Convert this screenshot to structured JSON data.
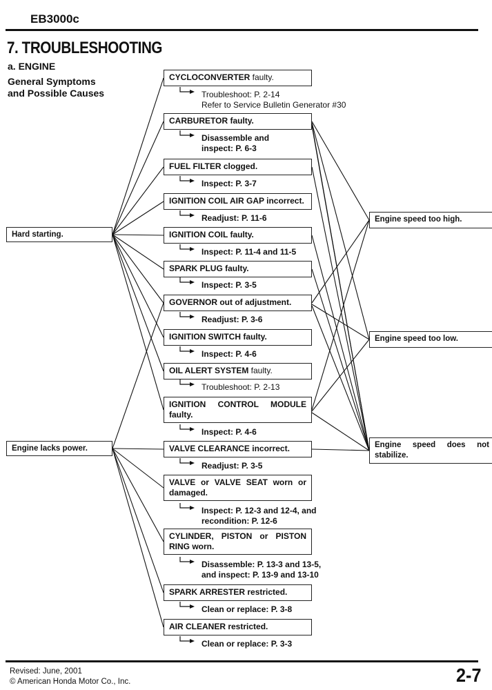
{
  "header": {
    "model": "EB3000c"
  },
  "section": {
    "title": "7. TROUBLESHOOTING",
    "subtitle": "a. ENGINE",
    "heading_line1": "General Symptoms",
    "heading_line2": "and Possible Causes"
  },
  "symptoms_left": [
    {
      "id": "hard",
      "label": "Hard starting."
    },
    {
      "id": "power",
      "label": "Engine lacks power."
    }
  ],
  "symptoms_right": [
    {
      "id": "high",
      "label": "Engine speed too high."
    },
    {
      "id": "low",
      "label": "Engine speed too low."
    },
    {
      "id": "unstable",
      "label": "Engine speed does not stabilize."
    }
  ],
  "causes": [
    {
      "id": "cyclo",
      "part": "CYCLOCONVERTER",
      "rest": " faulty.",
      "action": "Troubleshoot: P. 2-14",
      "action2": "Refer to Service Bulletin Generator #30"
    },
    {
      "id": "carb",
      "part": "CARBURETOR faulty.",
      "rest": "",
      "action": "Disassemble and",
      "action2": "inspect: P. 6-3"
    },
    {
      "id": "fuel",
      "part": "FUEL FILTER clogged.",
      "rest": "",
      "action": "Inspect: P. 3-7"
    },
    {
      "id": "airgap",
      "part": "IGNITION COIL AIR GAP incorrect.",
      "rest": "",
      "action": "Readjust: P. 11-6"
    },
    {
      "id": "coil",
      "part": "IGNITION COIL faulty.",
      "rest": "",
      "action": "Inspect: P. 11-4 and 11-5"
    },
    {
      "id": "plug",
      "part": "SPARK PLUG faulty.",
      "rest": "",
      "action": "Inspect: P. 3-5"
    },
    {
      "id": "gov",
      "part": "GOVERNOR out of adjustment.",
      "rest": "",
      "action": "Readjust: P. 3-6"
    },
    {
      "id": "switch",
      "part": "IGNITION SWITCH faulty.",
      "rest": "",
      "action": "Inspect: P. 4-6"
    },
    {
      "id": "oil",
      "part": "OIL ALERT SYSTEM",
      "rest": " faulty.",
      "action": "Troubleshoot: P. 2-13"
    },
    {
      "id": "icm",
      "part": "IGNITION CONTROL MODULE faulty.",
      "rest": "",
      "action": "Inspect: P. 4-6"
    },
    {
      "id": "valveclr",
      "part": "VALVE CLEARANCE incorrect.",
      "rest": "",
      "action": "Readjust: P. 3-5"
    },
    {
      "id": "valveseat",
      "part": "VALVE or VALVE SEAT worn or damaged.",
      "rest": "",
      "action": "Inspect: P. 12-3 and 12-4, and",
      "action2": "recondition: P. 12-6"
    },
    {
      "id": "cyl",
      "part": "CYLINDER, PISTON or PISTON RING worn.",
      "rest": "",
      "action": "Disassemble: P. 13-3 and 13-5,",
      "action2": "and inspect: P. 13-9 and 13-10"
    },
    {
      "id": "arrester",
      "part": "SPARK ARRESTER restricted.",
      "rest": "",
      "action": "Clean or replace: P. 3-8"
    },
    {
      "id": "aircl",
      "part": "AIR CLEANER restricted.",
      "rest": "",
      "action": "Clean or replace: P. 3-3"
    }
  ],
  "links": {
    "hard": [
      "cyclo",
      "carb",
      "fuel",
      "airgap",
      "coil",
      "plug",
      "gov",
      "switch",
      "oil",
      "icm"
    ],
    "power": [
      "gov",
      "valveclr",
      "valveseat",
      "cyl",
      "arrester",
      "aircl"
    ],
    "high": [
      "carb",
      "gov",
      "icm"
    ],
    "low": [
      "carb",
      "gov",
      "icm"
    ],
    "unstable": [
      "carb",
      "carb",
      "fuel",
      "coil",
      "plug",
      "gov",
      "icm",
      "valveclr"
    ]
  },
  "footer": {
    "revised": "Revised: June, 2001",
    "copyright": "© American Honda Motor Co., Inc.",
    "page": "2-7"
  }
}
